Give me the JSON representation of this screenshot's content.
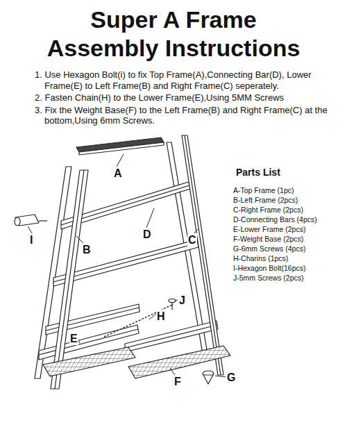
{
  "diagram": {
    "title": "Super A Frame Assembly Instructions",
    "labels": [
      "1. Use Hexagon Bolt(i) to fix Top Frame(A),Connecting Bar(D), Lower Frame(E) to Left Frame(B) and Right Frame(C) seperately.",
      "2. Fasten Chain(H) to the Lower Frame(E),Using 5MM Screws",
      "3. Fix the Weight Base(F) to the Left Frame(B) and Right Frame(C) at the bottom,Using 6mm Screws.",
      "Parts List",
      "A-Top Frame (1pc)",
      "B-Left Frame (2pcs)",
      "C-Right Frame (2pcs)",
      "D-Connecting Bars (4pcs)",
      "E-Lower Frame (2pcs)",
      "F-Weight Base (2pcs)",
      "G-6mm Screws (4pcs)",
      "H-Charins (1pcs)",
      "I-Hexagon Bolt(16pcs)",
      "J-5mm Screws (2pcs)",
      "A",
      "I",
      "B",
      "D",
      "C",
      "H",
      "J",
      "E",
      "F",
      "G"
    ]
  }
}
